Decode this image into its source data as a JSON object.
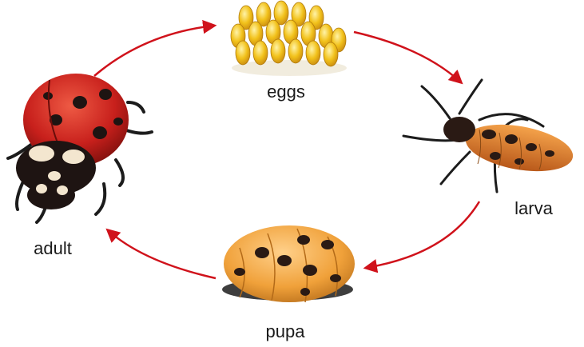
{
  "diagram": {
    "stages": [
      {
        "id": "eggs",
        "label": "eggs"
      },
      {
        "id": "larva",
        "label": "larva"
      },
      {
        "id": "pupa",
        "label": "pupa"
      },
      {
        "id": "adult",
        "label": "adult"
      }
    ],
    "cycle_direction": "clockwise",
    "colors": {
      "arrow": "#d0121b",
      "egg_yellow": "#f2c21b",
      "ladybug_red": "#c8201c",
      "larva_orange": "#e8862a",
      "pupa_orange": "#f0a13a",
      "spot_dark": "#2a1a14"
    }
  }
}
